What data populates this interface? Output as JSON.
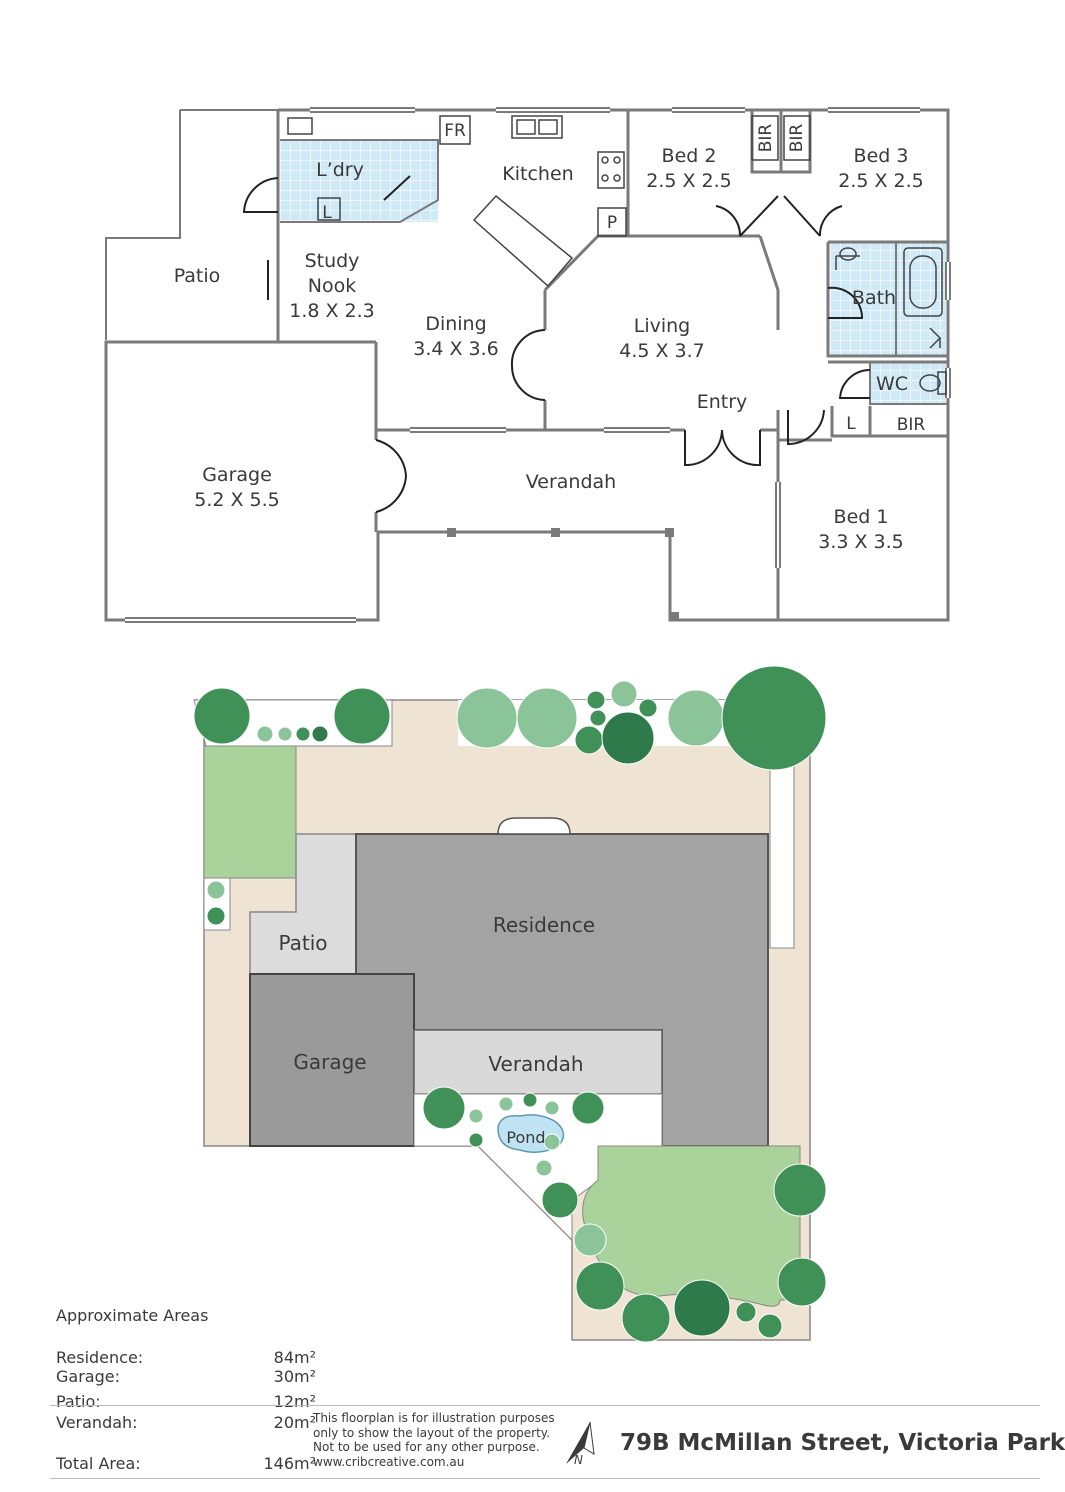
{
  "floorplan": {
    "rooms": [
      {
        "name": "Patio",
        "size": ""
      },
      {
        "name": "L’dry",
        "size": ""
      },
      {
        "name": "FR",
        "size": ""
      },
      {
        "name": "Kitchen",
        "size": ""
      },
      {
        "name": "P",
        "size": ""
      },
      {
        "name": "Study Nook",
        "size": "1.8 X 2.3"
      },
      {
        "name": "Dining",
        "size": "3.4 X 3.6"
      },
      {
        "name": "Living",
        "size": "4.5 X 3.7"
      },
      {
        "name": "Entry",
        "size": ""
      },
      {
        "name": "Bed 2",
        "size": "2.5 X 2.5"
      },
      {
        "name": "Bed 3",
        "size": "2.5 X 2.5"
      },
      {
        "name": "BIR",
        "size": ""
      },
      {
        "name": "Bath",
        "size": ""
      },
      {
        "name": "WC",
        "size": ""
      },
      {
        "name": "L",
        "size": ""
      },
      {
        "name": "Bed 1",
        "size": "3.3 X 3.5"
      },
      {
        "name": "Garage",
        "size": "5.2 X 5.5"
      },
      {
        "name": "Verandah",
        "size": ""
      }
    ],
    "labels": {
      "patio": "Patio",
      "laundry": "L’dry",
      "fridge": "FR",
      "kitchen": "Kitchen",
      "pantry": "P",
      "study_line1": "Study",
      "study_line2": "Nook",
      "study_size": "1.8 X 2.3",
      "dining": "Dining",
      "dining_size": "3.4 X 3.6",
      "living": "Living",
      "living_size": "4.5 X 3.7",
      "entry": "Entry",
      "bed2": "Bed 2",
      "bed2_size": "2.5 X 2.5",
      "bed3": "Bed 3",
      "bed3_size": "2.5 X 2.5",
      "bir": "BIR",
      "bath": "Bath",
      "wc": "WC",
      "linen": "L",
      "bed1": "Bed 1",
      "bed1_size": "3.3 X 3.5",
      "garage": "Garage",
      "garage_size": "5.2 X 5.5",
      "verandah": "Verandah"
    }
  },
  "siteplan": {
    "residence": "Residence",
    "patio": "Patio",
    "garage": "Garage",
    "verandah": "Verandah",
    "pond": "Pond"
  },
  "areas": {
    "heading": "Approximate Areas",
    "items": [
      {
        "label": "Residence:",
        "value": "84m²"
      },
      {
        "label": "Garage:",
        "value": "30m²"
      },
      {
        "label": "Patio:",
        "value": "12m²"
      },
      {
        "label": "Verandah:",
        "value": "20m²"
      }
    ],
    "total_label": "Total Area:",
    "total_value": "146m²"
  },
  "disclaimer": [
    "This floorplan is for illustration purposes",
    "only to show the layout of the property.",
    "Not to be used for any other purpose.",
    "www.cribcreative.com.au"
  ],
  "north_label": "N",
  "address": "79B McMillan Street, Victoria Park",
  "colors": {
    "wall": "#7a7a7a",
    "door": "#222222",
    "wet_area": "#cfe9f6",
    "lawn": "#a9d39a",
    "driveway": "#efe3d3",
    "roof_main": "#a3a3a3",
    "roof_garage": "#9a9a9a",
    "patio_roof": "#dcdcdc",
    "verandah_roof": "#d9d9d9",
    "tree_dark": "#2f7a4a",
    "tree_mid": "#3f9158",
    "tree_light": "#8cc49a",
    "pond": "#bfe3f2"
  }
}
